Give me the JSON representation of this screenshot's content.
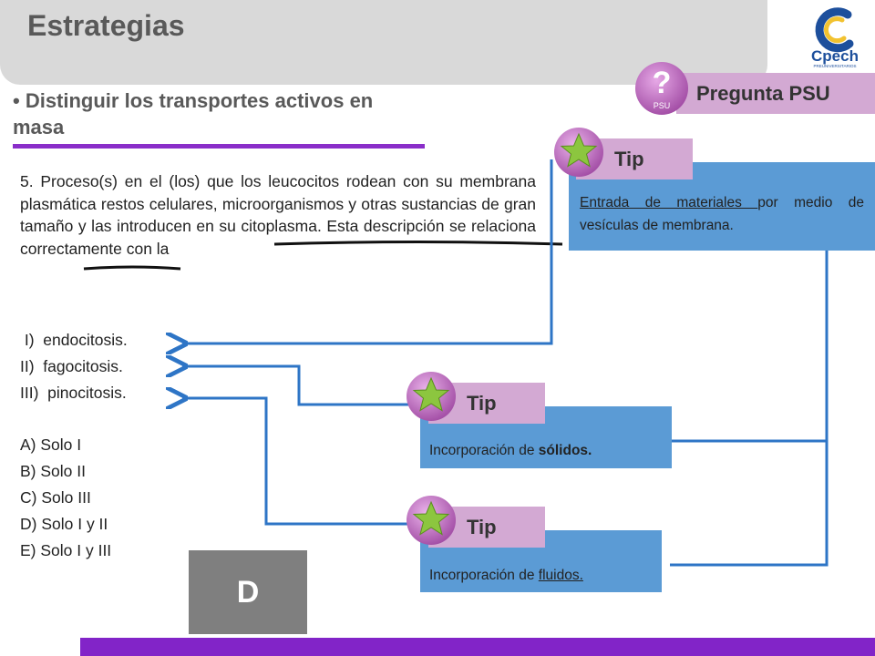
{
  "header": {
    "title": "Estrategias",
    "logo_text": "Cpech",
    "logo_subtext": "PREUNIVERSITARIOS"
  },
  "subtitle": "• Distinguir los transportes activos en masa",
  "question": {
    "text": "5. Proceso(s) en el (los) que los leucocitos rodean con su membrana plasmática restos celulares, microorganismos y otras sustancias de gran tamaño y las introducen en su citoplasma. Esta descripción se relaciona correctamente con la",
    "statements": [
      " I)  endocitosis.",
      "II)  fagocitosis.",
      "III)  pinocitosis."
    ],
    "options": [
      "A) Solo I",
      "B) Solo II",
      "C) Solo III",
      "D) Solo I y II",
      "E) Solo I y III"
    ]
  },
  "answer": "D",
  "psu": {
    "label": "Pregunta PSU",
    "icon_mark": "?",
    "icon_text": "PSU"
  },
  "tips": [
    {
      "label": "Tip",
      "text_underlined": "Entrada de materiales ",
      "text_rest": "por medio de vesículas de membrana."
    },
    {
      "label": "Tip",
      "text_plain": "Incorporación de ",
      "text_bold": "sólidos."
    },
    {
      "label": "Tip",
      "text_plain": "Incorporación de ",
      "text_underlined": "fluidos."
    }
  ],
  "colors": {
    "accent_purple": "#8224c8",
    "tip_tab": "#d3a9d3",
    "tip_box": "#5b9bd5",
    "connector": "#2e75c6",
    "star": "#8cc63f"
  }
}
